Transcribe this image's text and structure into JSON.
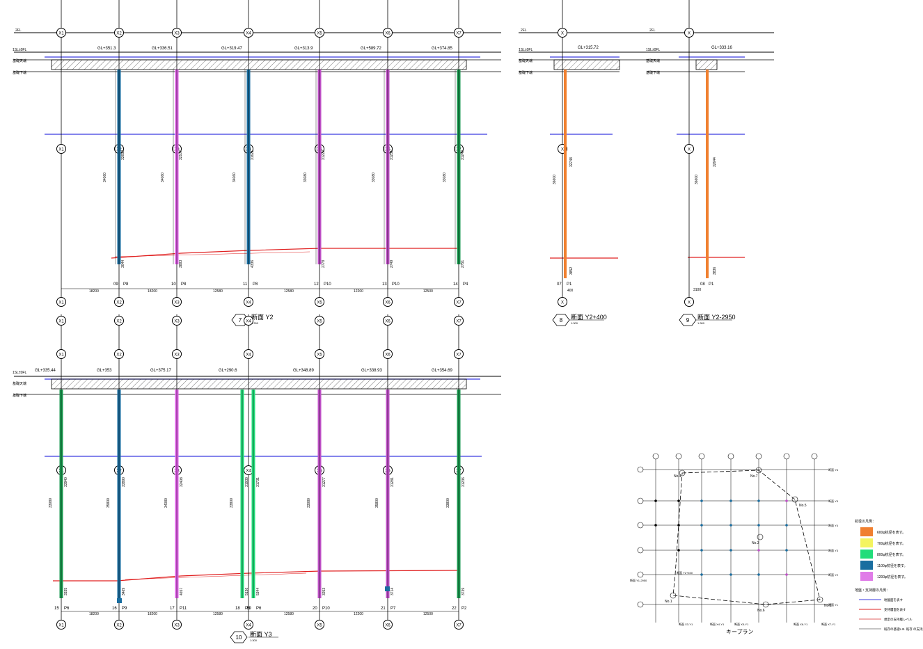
{
  "sections": [
    {
      "number": "7",
      "title": "断面 Y2",
      "scale": "1:300",
      "levels": [
        "2FL",
        "1SL±0FL",
        "基礎天端",
        "基礎下端"
      ],
      "gl_labels": [
        "GL+351.3",
        "GL+336.51",
        "GL+319.47",
        "GL+313.9",
        "GL+589.72",
        "GL+374.85"
      ],
      "piles": [
        {
          "no": "09",
          "type": "P8",
          "length": "32650",
          "tip": "3044",
          "depth": "34060",
          "color": "#1a6ea0"
        },
        {
          "no": "10",
          "type": "P8",
          "length": "32107",
          "tip": "3883",
          "depth": "34060",
          "color": "#e060e8"
        },
        {
          "no": "11",
          "type": "P8",
          "length": "31621",
          "tip": "4336",
          "depth": "34060",
          "color": "#1a6ea0"
        },
        {
          "no": "12",
          "type": "P10",
          "length": "31222",
          "tip": "2778",
          "depth": "33080",
          "color": "#c050c8"
        },
        {
          "no": "13",
          "type": "P10",
          "length": "31251",
          "tip": "2749",
          "depth": "33080",
          "color": "#c050c8"
        },
        {
          "no": "14",
          "type": "P4",
          "length": "31249",
          "tip": "2751",
          "depth": "33080",
          "color": "#1a9a50"
        }
      ],
      "spans": [
        "18200",
        "18200",
        "12580",
        "12580",
        "12200",
        "12500"
      ]
    },
    {
      "number": "8",
      "title": "断面 Y2+400",
      "scale": "1:300",
      "levels": [
        "2FL",
        "1SL±0FL",
        "基礎天端",
        "基礎下端"
      ],
      "gl_labels": [
        "GL+315.72"
      ],
      "piles": [
        {
          "no": "07",
          "type": "P1",
          "length": "32748",
          "tip": "3852",
          "depth": "36600",
          "color": "#f08030"
        }
      ],
      "spans": [
        "400"
      ]
    },
    {
      "number": "9",
      "title": "断面 Y2-2950",
      "scale": "1:300",
      "levels": [
        "2FL",
        "1SL±0FL",
        "基礎天端",
        "基礎下端"
      ],
      "gl_labels": [
        "GL+333.16"
      ],
      "piles": [
        {
          "no": "08",
          "type": "P1",
          "length": "32644",
          "tip": "3836",
          "depth": "36600",
          "color": "#f08030"
        }
      ],
      "spans": [
        "3100"
      ]
    },
    {
      "number": "10",
      "title": "断面 Y3",
      "scale": "1:300",
      "levels": [
        "1SL±0FL",
        "基礎天端",
        "基礎下端"
      ],
      "gl_labels": [
        "GL+335.44",
        "GL+353",
        "GL+375.17",
        "GL+290.6",
        "GL+348.89",
        "GL+338.93",
        "GL+354.69"
      ],
      "piles": [
        {
          "no": "15",
          "type": "P6",
          "length": "33940",
          "tip": "3335",
          "depth": "33080",
          "color": "#1a9a50"
        },
        {
          "no": "16",
          "type": "P9",
          "length": "33890",
          "tip": "3469",
          "depth": "35800",
          "color": "#1a6ea0"
        },
        {
          "no": "17",
          "type": "P11",
          "length": "32408",
          "tip": "4657",
          "depth": "34080",
          "color": "#e060e8"
        },
        {
          "no": "18",
          "type": "P6",
          "length": "31939",
          "tip": "5136",
          "depth": "33800",
          "color": "#22dd7a"
        },
        {
          "no": "19",
          "type": "P6",
          "length": "31731",
          "tip": "5344",
          "depth": "33800",
          "color": "#22dd7a"
        },
        {
          "no": "20",
          "type": "P10",
          "length": "31277",
          "tip": "3253",
          "depth": "33080",
          "color": "#c050c8"
        },
        {
          "no": "21",
          "type": "P7",
          "length": "31281",
          "tip": "3714",
          "depth": "35800",
          "color": "#c050c8"
        },
        {
          "no": "22",
          "type": "P2",
          "length": "31236",
          "tip": "3739",
          "depth": "33800",
          "color": "#1a9a50"
        }
      ],
      "spans": [
        "18200",
        "18200",
        "12580",
        "12580",
        "12200",
        "12500"
      ]
    }
  ],
  "grid_labels_top": [
    "X1",
    "X2",
    "X3",
    "X4",
    "X5",
    "X6",
    "X7"
  ],
  "key_plan": {
    "title": "キープラン",
    "markers": [
      "No.1",
      "No.2",
      "No.3",
      "No.4",
      "No.5",
      "No.6",
      "No.7"
    ],
    "section_labels": [
      "断面 Y1-2950",
      "断面 Y2+400"
    ],
    "row_labels": [
      "断面 Y6",
      "断面 Y5",
      "断面 Y4",
      "断面 Y3",
      "断面 Y2",
      "断面 Y1"
    ],
    "column_labels": [
      "断面 X3-Y1",
      "断面 X4-Y1",
      "断面 X5-Y1",
      "断面 X6-Y1",
      "断面 X7-Y1"
    ]
  },
  "legend": {
    "title": "杭径の凡例：",
    "items": [
      {
        "label": "600φ杭径を表す。",
        "color": "#f08030"
      },
      {
        "label": "700φ杭径を表す。",
        "color": "#f4f460"
      },
      {
        "label": "800φ杭径を表す。",
        "color": "#22dd7a"
      },
      {
        "label": "1100φ杭径を表す。",
        "color": "#1a6ea0"
      },
      {
        "label": "1200φ杭径を表す。",
        "color": "#e07ce8"
      }
    ],
    "lines_title": "地盤・支持層の凡例：",
    "lines": [
      {
        "label": "地盤面を表す",
        "color": "#3a3ae0"
      },
      {
        "label": "支持層面を表す",
        "color": "#e02020"
      },
      {
        "label": "想定の支持層レベル",
        "color": "#e06060"
      },
      {
        "label": "既存の基礎L.B. 既存 の支持層レベルを表す",
        "color": "#888888"
      }
    ]
  },
  "colors": {
    "ground": "#3a3ae0",
    "bearing": "#e02020",
    "grid": "#000000"
  }
}
